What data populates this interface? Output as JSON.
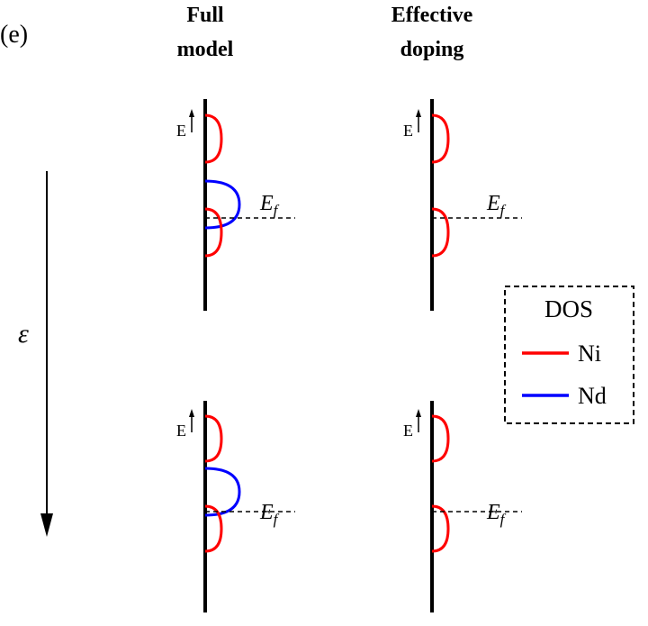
{
  "panel_label": "(e)",
  "columns": [
    {
      "title_line1": "Full",
      "title_line2": "model"
    },
    {
      "title_line1": "Effective",
      "title_line2": "doping"
    }
  ],
  "energy_axis_label": "E",
  "fermi_label_main": "E",
  "fermi_label_sub": "f",
  "strain_label": "ε",
  "legend": {
    "title": "DOS",
    "items": [
      {
        "label": "Ni",
        "color": "#ff0000"
      },
      {
        "label": "Nd",
        "color": "#0000ff"
      }
    ]
  },
  "colors": {
    "ni": "#ff0000",
    "nd": "#0000ff",
    "axis": "#000000"
  }
}
